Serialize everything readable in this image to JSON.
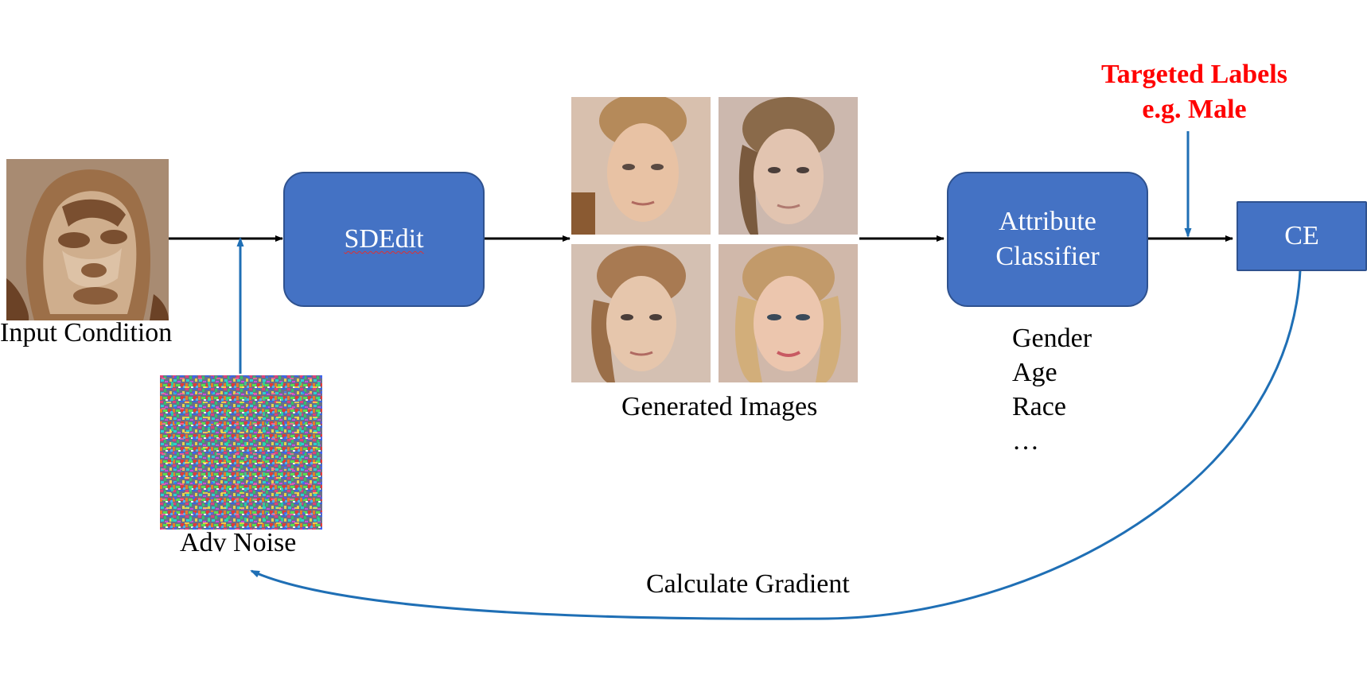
{
  "nodes": {
    "input_condition": {
      "label": "Input Condition"
    },
    "adv_noise": {
      "label": "Adv Noise"
    },
    "sdedit": {
      "label": "SDEdit"
    },
    "generated_images": {
      "label": "Generated Images"
    },
    "attribute_classifier": {
      "line1": "Attribute",
      "line2": "Classifier"
    },
    "ce": {
      "label": "CE"
    }
  },
  "attributes": [
    "Gender",
    "Age",
    "Race",
    "…"
  ],
  "targeted_labels": {
    "line1": "Targeted Labels",
    "line2": "e.g. Male"
  },
  "feedback": {
    "label": "Calculate Gradient"
  },
  "colors": {
    "box_fill": "#4472c4",
    "box_border": "#2f528f",
    "blue_arrow": "#1f6fb5",
    "black_arrow": "#000000",
    "highlight_text": "#ff0000"
  },
  "icons": {
    "input_condition_image": "segmented-face-map",
    "adv_noise_image": "color-noise-texture",
    "generated_faces": "face-photo"
  }
}
